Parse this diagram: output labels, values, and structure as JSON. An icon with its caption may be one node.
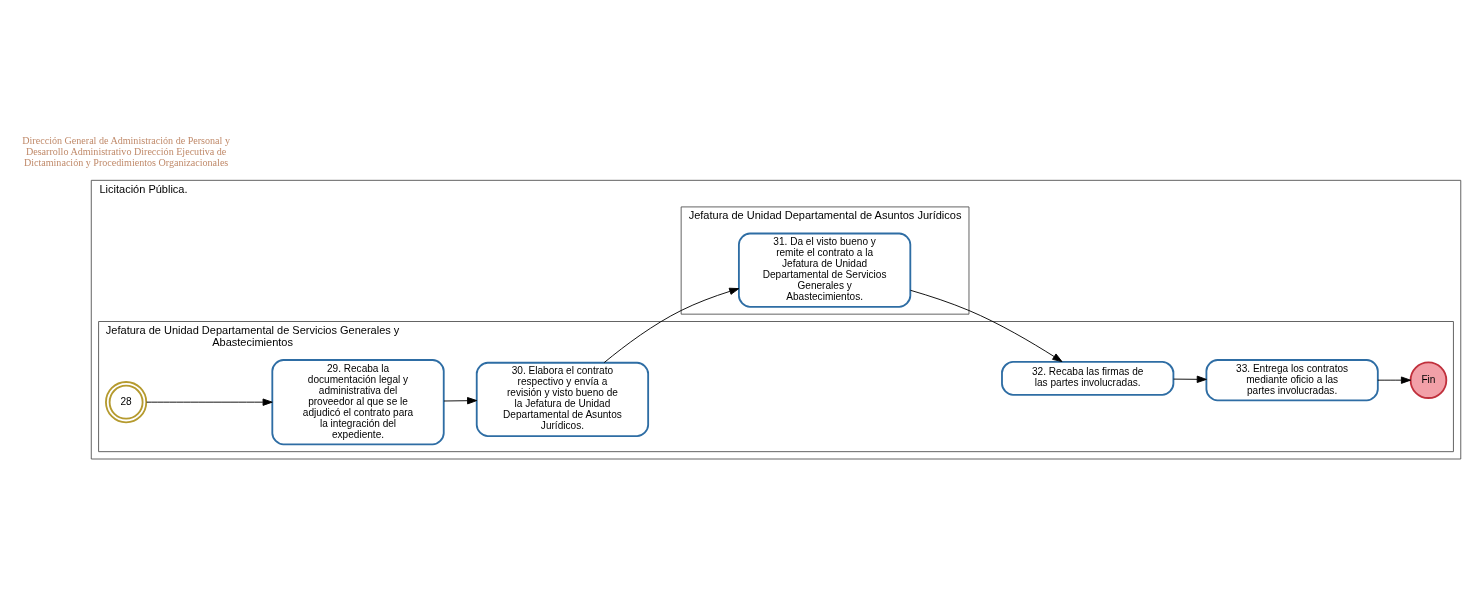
{
  "diagram": {
    "nodes": [
      {
        "text": [
          "Licitación Pública."
        ]
      },
      {
        "text": [
          "Jefatura de Unidad Departamental de Servicios Generales y Abastecimientos"
        ],
        "in": 0
      },
      {
        "text": [
          "Jefatura de Unidad Departamental de Asuntos Jurídicos"
        ],
        "in": 0
      },
      {
        "text": [
          "28"
        ],
        "in": 1
      },
      {
        "text": [
          "29. Recaba la documentación legal y administrativa del proveedor al que se le adjudicó el contrato para la integración del expediente."
        ],
        "in": 1
      },
      {
        "text": [
          "30. Elabora el contrato respectivo y envía a revisión y visto bueno de la Jefatura de Unidad Departamental de Asuntos Jurídicos."
        ],
        "in": 1
      },
      {
        "text": [
          "32. Recaba las firmas de las partes involucradas."
        ],
        "in": 1
      },
      {
        "text": [
          "33. Entrega los contratos mediante oficio a las partes involucradas."
        ],
        "in": 1
      },
      {
        "text": [
          "Fin"
        ],
        "in": 1
      },
      {
        "text": [
          "31. Da el visto bueno y remite el contrato a la Jefatura de Unidad Departamental de Servicios Generales y Abastecimientos."
        ],
        "in": 2
      }
    ],
    "edges": [
      {
        "from": 3,
        "to": 4,
        "arrow": "to"
      },
      {
        "from": 4,
        "to": 5,
        "arrow": "to"
      },
      {
        "from": 5,
        "to": 9,
        "arrow": "to"
      },
      {
        "from": 9,
        "to": 6,
        "arrow": "to"
      },
      {
        "from": 6,
        "to": 7,
        "arrow": "to"
      },
      {
        "from": 7,
        "to": 8,
        "arrow": "to"
      }
    ],
    "labels": [
      "Dirección General de Administración de Personal y Desarrollo Administrativo Dirección Ejecutiva de Dictaminación y Procedimientos Organizacionales"
    ]
  }
}
